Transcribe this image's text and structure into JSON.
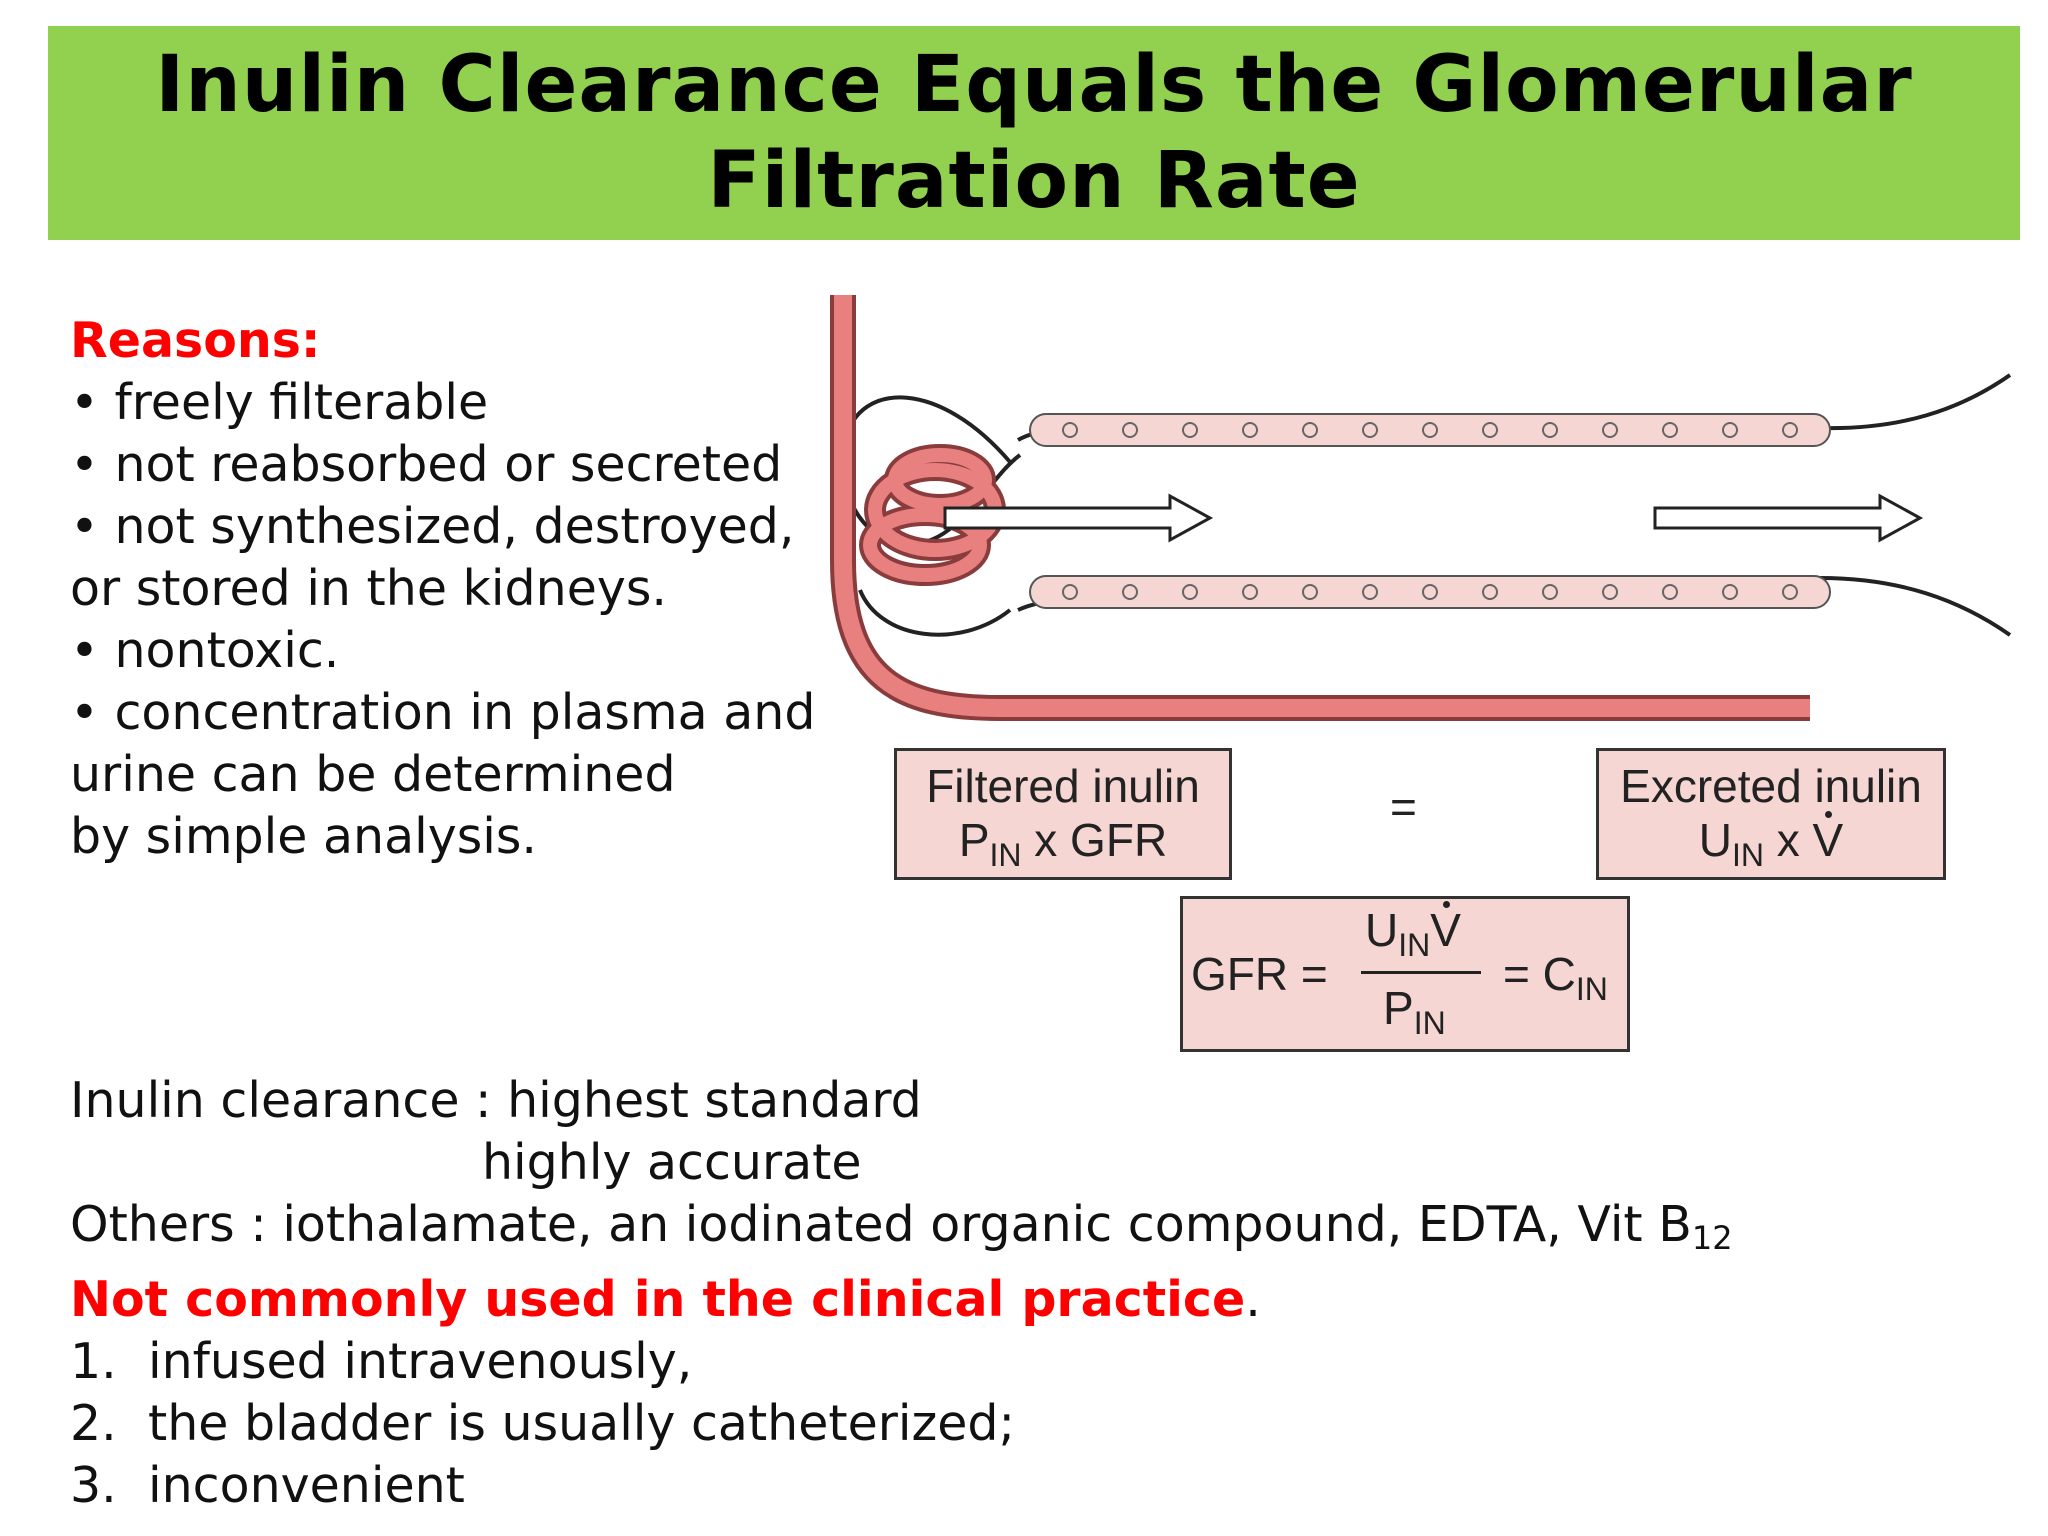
{
  "title": "Inulin Clearance Equals the Glomerular Filtration Rate",
  "reasons": {
    "heading": "Reasons:",
    "lines": [
      "• freely filterable",
      "• not reabsorbed or secreted",
      "• not synthesized, destroyed,",
      "or stored in the kidneys.",
      "•  nontoxic.",
      "• concentration in plasma and",
      "urine can be determined",
      "by simple analysis."
    ]
  },
  "diagram": {
    "filtered_box": {
      "label": "Filtered inulin",
      "formula_p": "P",
      "formula_sub": "IN",
      "formula_rest": " x GFR"
    },
    "equals": "=",
    "excreted_box": {
      "label": "Excreted inulin",
      "formula_u": "U",
      "formula_sub": "IN",
      "formula_x": " x ",
      "formula_v": "V"
    },
    "gfr_formula": {
      "lhs": "GFR =",
      "num_u": "U",
      "num_sub": "IN",
      "num_v": "V",
      "den_p": "P",
      "den_sub": "IN",
      "rhs_eq": "= C",
      "rhs_sub": "IN"
    },
    "colors": {
      "vessel": "#e88080",
      "vessel_stroke": "#8a3c3c",
      "box_fill": "#f6d6d3"
    }
  },
  "bottom": {
    "line1_a": "Inulin clearance : ",
    "line1_b": "highest standard",
    "line2": "highly accurate",
    "line3_main": "Others : iothalamate, an iodinated organic compound, EDTA, Vit B",
    "line3_sub": "12",
    "line4_red": "Not commonly used in the clinical practice",
    "line4_end": ".",
    "list": [
      {
        "num": "1.",
        "text": "infused intravenously,"
      },
      {
        "num": "2.",
        "text": "the bladder is usually catheterized;"
      },
      {
        "num": "3.",
        "text": "inconvenient"
      }
    ]
  },
  "colors": {
    "title_bg": "#92d050",
    "accent_red": "#ff0000"
  }
}
